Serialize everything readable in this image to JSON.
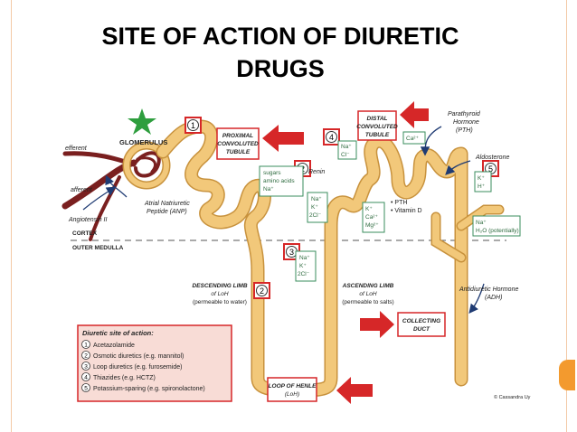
{
  "title_line1": "SITE OF ACTION OF DIURETIC",
  "title_line2": "DRUGS",
  "labels": {
    "glomerulus": "GLOMERULUS",
    "efferent": "efferent",
    "afferent": "afferent",
    "angiotensin": "Angiotensin II",
    "anp_line1": "Atrial Natriuretic",
    "anp_line2": "Peptide (ANP)",
    "pct_line1": "PROXIMAL",
    "pct_line2": "CONVOLUTED",
    "pct_line3": "TUBULE",
    "dct_line1": "DISTAL",
    "dct_line2": "CONVOLUTED",
    "dct_line3": "TUBULE",
    "pth_line1": "Parathyroid",
    "pth_line2": "Hormone",
    "pth_line3": "(PTH)",
    "renin": "Renin",
    "aldosterone": "Aldosterone",
    "cortex": "CORTEX",
    "outer_medulla": "OUTER MEDULLA",
    "desc_line1": "DESCENDING LIMB",
    "desc_line2": "of LoH",
    "desc_line3": "(permeable to water)",
    "asc_line1": "ASCENDING LIMB",
    "asc_line2": "of LoH",
    "asc_line3": "(permeable to salts)",
    "loop_line1": "LOOP OF HENLE",
    "loop_line2": "(LoH)",
    "collecting_line1": "COLLECTING",
    "collecting_line2": "DUCT",
    "adh_line1": "Antidiuretic Hormone",
    "adh_line2": "(ADH)",
    "pth_vitd_1": "• PTH",
    "pth_vitd_2": "• Vitamin D",
    "credit": "© Cassandra Uy"
  },
  "boxes": {
    "pct_reabsorb": [
      "sugars",
      "amino acids",
      "Na⁺"
    ],
    "asc_ions": [
      "Na⁺",
      "K⁺",
      "2Cl⁻"
    ],
    "site3_ions": [
      "Na⁺",
      "K⁺",
      "2Cl⁻"
    ],
    "dct_ions": [
      "Na⁺",
      "Cl⁻"
    ],
    "dct_ca": [
      "Ca²⁺"
    ],
    "dct_kca": [
      "K⁺",
      "Ca²⁺",
      "Mg²⁺"
    ],
    "aldo_ions": [
      "K⁺",
      "H⁺"
    ],
    "cd_ions": [
      "Na⁺",
      "H₂O (potentially)"
    ]
  },
  "site_numbers": [
    "1",
    "2",
    "2",
    "3",
    "4",
    "5"
  ],
  "legend": {
    "title": "Diuretic site of action:",
    "items": [
      {
        "num": "1",
        "text": "Acetazolamide"
      },
      {
        "num": "2",
        "text": "Osmotic diuretics (e.g. mannitol)"
      },
      {
        "num": "3",
        "text": "Loop diuretics (e.g. furosemide)"
      },
      {
        "num": "4",
        "text": "Thiazides (e.g. HCTZ)"
      },
      {
        "num": "5",
        "text": "Potassium-sparing (e.g. spironolactone)"
      }
    ]
  },
  "colors": {
    "tubule": "#f2c87a",
    "tubule_edge": "#c8923d",
    "vessel": "#7a1f1f",
    "accent": "#d62728",
    "star": "#2e9e3e",
    "legend_bg": "#f8dcd6"
  }
}
